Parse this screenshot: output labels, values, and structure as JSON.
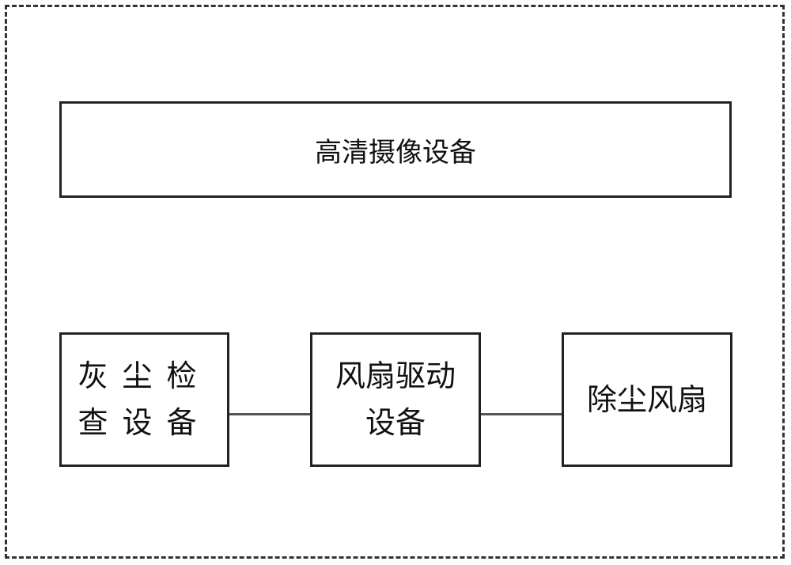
{
  "diagram": {
    "top_box": {
      "label": "高清摄像设备"
    },
    "bottom_boxes": [
      {
        "label": "灰尘检查设备"
      },
      {
        "label": "风扇驱动设备"
      },
      {
        "label": "除尘风扇"
      }
    ]
  }
}
